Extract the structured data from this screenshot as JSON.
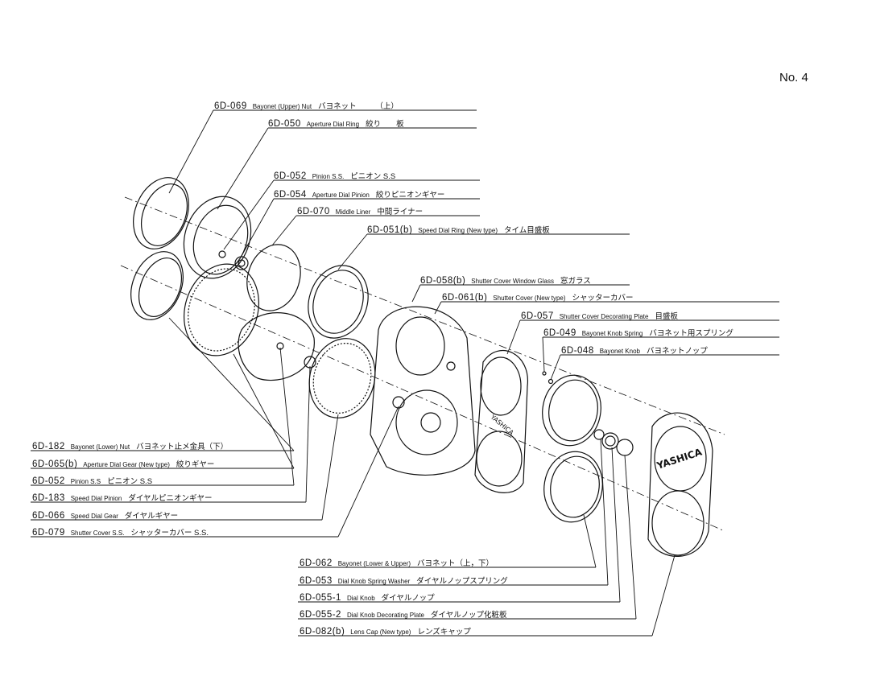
{
  "page_number": "No. 4",
  "parts": [
    {
      "id": "p069",
      "number": "6D-069",
      "name": "Bayonet (Upper) Nut",
      "jp": "バヨネット　　　（上）"
    },
    {
      "id": "p050",
      "number": "6D-050",
      "name": "Aperture Dial Ring",
      "jp": "絞り　　板"
    },
    {
      "id": "p052a",
      "number": "6D-052",
      "name": "Pinion S.S.",
      "jp": "ピニオン S.S"
    },
    {
      "id": "p054",
      "number": "6D-054",
      "name": "Aperture Dial Pinion",
      "jp": "絞りピニオンギヤー"
    },
    {
      "id": "p070",
      "number": "6D-070",
      "name": "Middle Liner",
      "jp": "中間ライナー"
    },
    {
      "id": "p051",
      "number": "6D-051(b)",
      "name": "Speed Dial Ring (New type)",
      "jp": "タイム目盛板"
    },
    {
      "id": "p058",
      "number": "6D-058(b)",
      "name": "Shutter Cover Window Glass",
      "jp": "窓ガラス"
    },
    {
      "id": "p061",
      "number": "6D-061(b)",
      "name": "Shutter Cover (New type)",
      "jp": "シャッターカバー"
    },
    {
      "id": "p057",
      "number": "6D-057",
      "name": "Shutter Cover Decorating Plate",
      "jp": "目盛板"
    },
    {
      "id": "p049",
      "number": "6D-049",
      "name": "Bayonet Knob Spring",
      "jp": "バヨネット用スプリング"
    },
    {
      "id": "p048",
      "number": "6D-048",
      "name": "Bayonet Knob",
      "jp": "バヨネットノップ"
    },
    {
      "id": "p182",
      "number": "6D-182",
      "name": "Bayonet (Lower) Nut",
      "jp": "バヨネット止メ金具（下）"
    },
    {
      "id": "p065",
      "number": "6D-065(b)",
      "name": "Aperture Dial Gear (New type)",
      "jp": "絞りギヤー"
    },
    {
      "id": "p052b",
      "number": "6D-052",
      "name": "Pinion S.S",
      "jp": "ピニオン S.S"
    },
    {
      "id": "p183",
      "number": "6D-183",
      "name": "Speed Dial Pinion",
      "jp": "ダイヤルピニオンギヤー"
    },
    {
      "id": "p066",
      "number": "6D-066",
      "name": "Speed Dial Gear",
      "jp": "ダイヤルギヤー"
    },
    {
      "id": "p079",
      "number": "6D-079",
      "name": "Shutter Cover S.S.",
      "jp": "シャッターカバー S.S."
    },
    {
      "id": "p062",
      "number": "6D-062",
      "name": "Bayonet (Lower & Upper)",
      "jp": "バヨネット（上，下）"
    },
    {
      "id": "p053",
      "number": "6D-053",
      "name": "Dial Knob Spring Washer",
      "jp": "ダイヤルノップスプリング"
    },
    {
      "id": "p0551",
      "number": "6D-055-1",
      "name": "Dial Knob",
      "jp": "ダイヤルノップ"
    },
    {
      "id": "p0552",
      "number": "6D-055-2",
      "name": "Dial Knob Decorating Plate",
      "jp": "ダイヤルノップ化粧板"
    },
    {
      "id": "p082",
      "number": "6D-082(b)",
      "name": "Lens Cap (New type)",
      "jp": "レンズキャップ"
    }
  ],
  "imprints": {
    "cap_brand": "YASHICA",
    "plate_brand": "YASHICA"
  }
}
